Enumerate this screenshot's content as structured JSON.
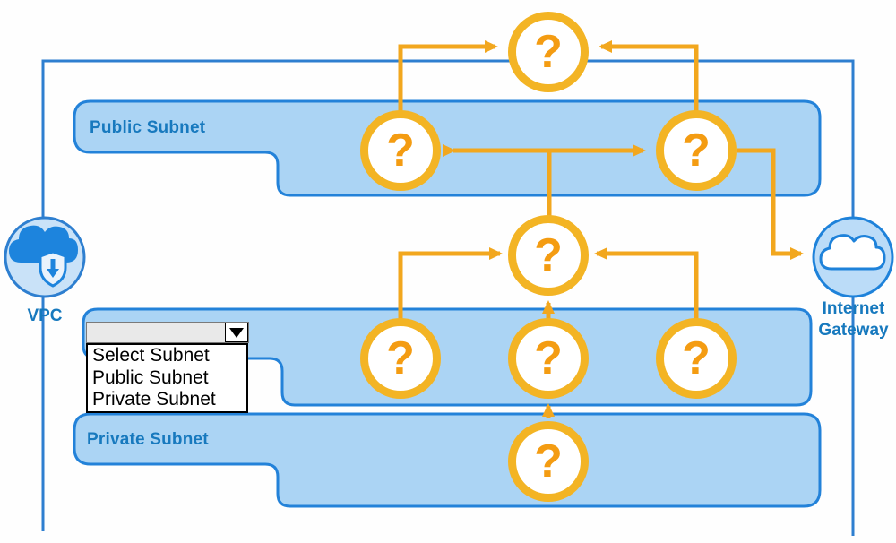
{
  "diagram": {
    "title_implicit": "VPC network diagram with unknown nodes",
    "vpc_label": "VPC",
    "igw_label": "Internet Gateway",
    "public_subnet_label": "Public Subnet",
    "private_subnet_label": "Private Subnet",
    "question_mark": "?",
    "colors": {
      "band_fill": "#abd4f4",
      "band_border": "#2382d9",
      "vpc_border": "#2e7fd0",
      "label_blue": "#1779be",
      "arrow_orange": "#f2a71e",
      "node_ring_gold": "#f3b424",
      "question_orange": "#f49c12"
    },
    "nodes": [
      {
        "id": "top",
        "label": "?"
      },
      {
        "id": "public-left",
        "label": "?"
      },
      {
        "id": "public-right",
        "label": "?"
      },
      {
        "id": "middle-hub",
        "label": "?"
      },
      {
        "id": "middle-left",
        "label": "?"
      },
      {
        "id": "middle-center",
        "label": "?"
      },
      {
        "id": "middle-right",
        "label": "?"
      },
      {
        "id": "private",
        "label": "?"
      }
    ]
  },
  "dropdown": {
    "value": "",
    "options": [
      "Select Subnet",
      "Public Subnet",
      "Private Subnet"
    ]
  }
}
